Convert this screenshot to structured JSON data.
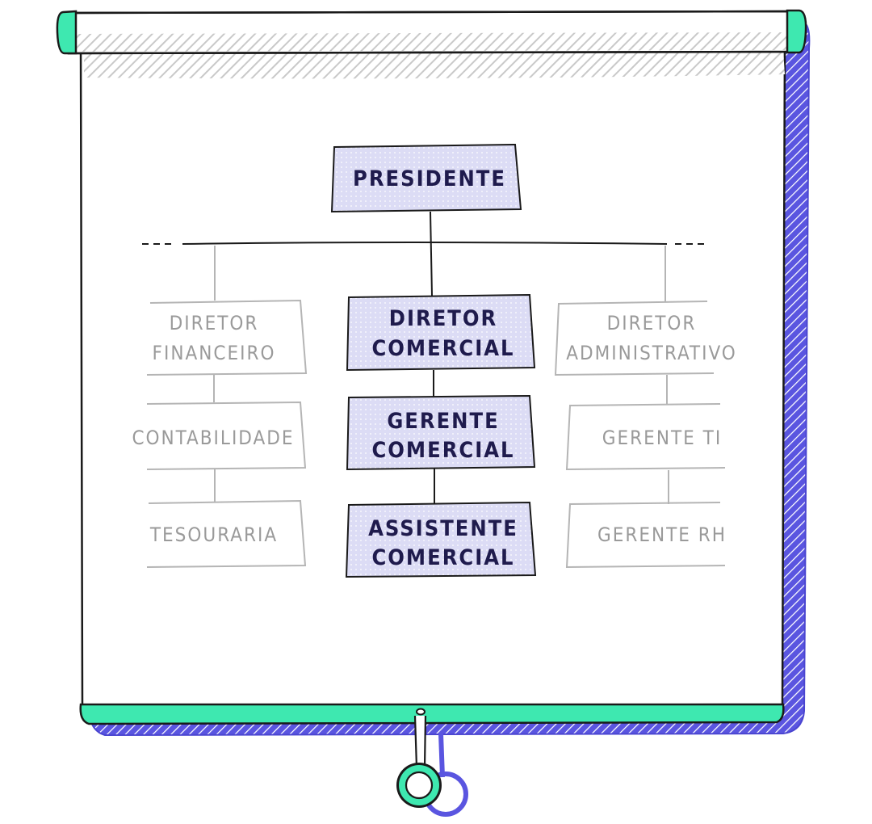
{
  "colors": {
    "accent_purple": "#5a55e0",
    "box_fill": "#dcdcf5",
    "roller_green": "#3ee8b0",
    "ink": "#1f1b4d",
    "inactive_text": "#9a9a9a"
  },
  "org_chart": {
    "top": {
      "label": "PRESIDENTE"
    },
    "center_column": [
      {
        "line1": "DIRETOR",
        "line2": "COMERCIAL"
      },
      {
        "line1": "GERENTE",
        "line2": "COMERCIAL"
      },
      {
        "line1": "ASSISTENTE",
        "line2": "COMERCIAL"
      }
    ],
    "left_column": [
      {
        "line1": "DIRETOR",
        "line2": "FINANCEIRO"
      },
      {
        "line1": "CONTABILIDADE"
      },
      {
        "line1": "TESOURARIA"
      }
    ],
    "right_column": [
      {
        "line1": "DIRETOR",
        "line2": "ADMINISTRATIVO"
      },
      {
        "line1": "GERENTE TI"
      },
      {
        "line1": "GERENTE RH"
      }
    ]
  }
}
